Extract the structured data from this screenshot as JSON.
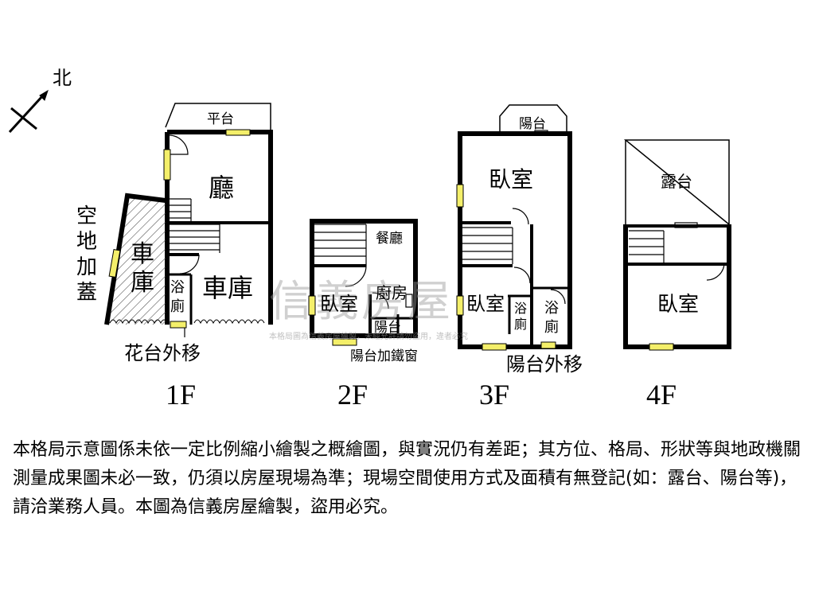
{
  "compass": {
    "north_label": "北"
  },
  "floor1": {
    "floor_label": "1F",
    "platform": "平台",
    "living_room": "廳",
    "garage_main": "車庫",
    "garage_side": "車庫",
    "side_addition": "空地加蓋",
    "bathroom": "浴廁",
    "planter_note": "花台外移"
  },
  "floor2": {
    "floor_label": "2F",
    "dining": "餐廳",
    "bedroom": "臥室",
    "kitchen": "廚房",
    "balcony": "陽台",
    "balcony_note": "陽台加鐵窗"
  },
  "floor3": {
    "floor_label": "3F",
    "balcony_top": "陽台",
    "bedroom_main": "臥室",
    "bedroom_small": "臥室",
    "bath_left": "浴廁",
    "bath_right": "浴廁",
    "balcony_note": "陽台外移"
  },
  "floor4": {
    "floor_label": "4F",
    "terrace": "露台",
    "bedroom": "臥室"
  },
  "watermark": {
    "brand": "信義房屋",
    "fine_print": "本格局圖為信義房屋繪製，未經允許請勿盜用，違者必究"
  },
  "disclaimer": "本格局示意圖係未依一定比例縮小繪製之概繪圖，與實況仍有差距；其方位、格局、形狀等與地政機關測量成果圖未必一致，仍須以房屋現場為準；現場空間使用方式及面積有無登記(如：露台、陽台等)，請洽業務人員。本圖為信義房屋繪製，盜用必究。",
  "colors": {
    "wall": "#000000",
    "window": "#f4ef6a",
    "hatch": "#555555"
  }
}
